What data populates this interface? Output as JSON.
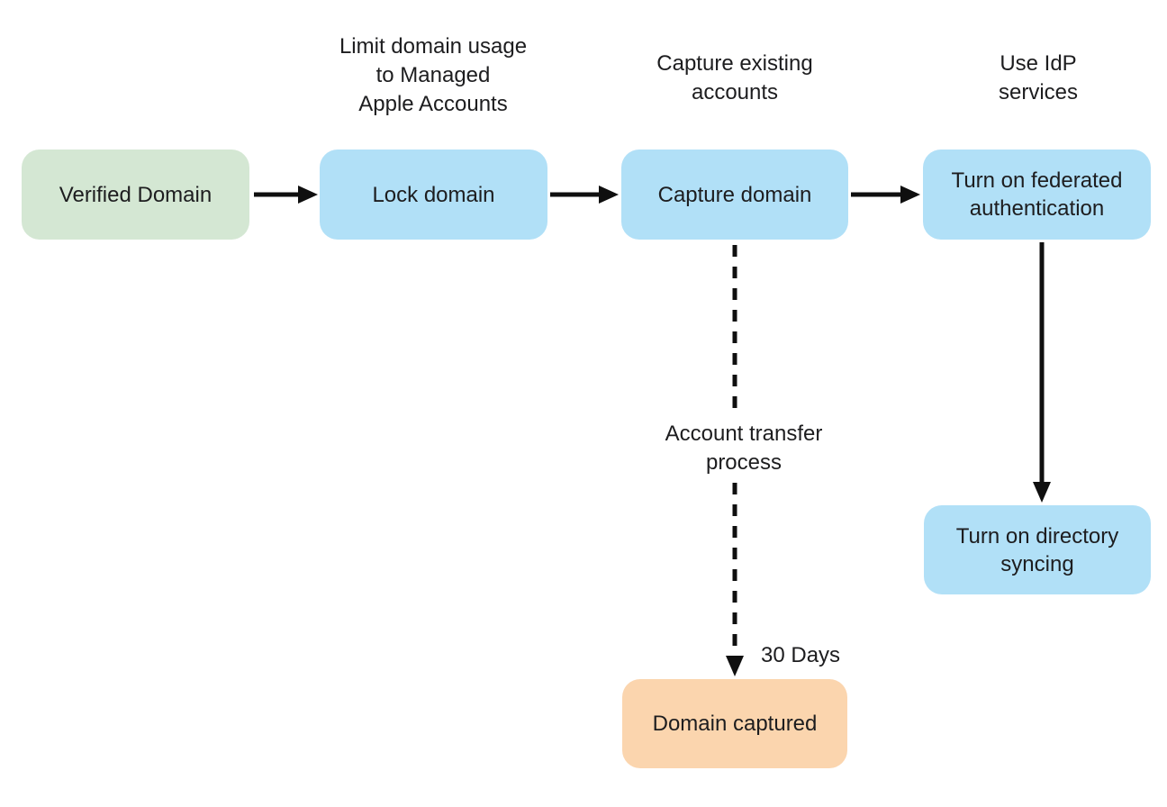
{
  "diagram": {
    "colors": {
      "background": "#ffffff",
      "node_green": "#d4e7d3",
      "node_blue": "#b1e0f7",
      "node_orange": "#fbd5ae",
      "arrow": "#0f0f0f",
      "text": "#1d1d1f"
    },
    "nodes": [
      {
        "id": "verified-domain",
        "label": "Verified Domain",
        "fill": "green"
      },
      {
        "id": "lock-domain",
        "label": "Lock domain",
        "fill": "blue"
      },
      {
        "id": "capture-domain",
        "label": "Capture domain",
        "fill": "blue"
      },
      {
        "id": "federated-authentication",
        "label": "Turn on federated\nauthentication",
        "fill": "blue"
      },
      {
        "id": "directory-syncing",
        "label": "Turn on directory\nsyncing",
        "fill": "blue"
      },
      {
        "id": "domain-captured",
        "label": "Domain captured",
        "fill": "orange"
      }
    ],
    "annotations": [
      {
        "id": "limit-domain-usage",
        "text": "Limit domain usage\nto Managed\nApple Accounts"
      },
      {
        "id": "capture-existing",
        "text": "Capture existing\naccounts"
      },
      {
        "id": "use-idp",
        "text": "Use IdP\nservices"
      },
      {
        "id": "account-transfer",
        "text": "Account transfer\nprocess"
      },
      {
        "id": "thirty-days",
        "text": "30 Days"
      }
    ],
    "edges": [
      {
        "from": "Verified Domain",
        "to": "Lock domain",
        "style": "solid-arrow"
      },
      {
        "from": "Lock domain",
        "to": "Capture domain",
        "style": "solid-arrow"
      },
      {
        "from": "Capture domain",
        "to": "Turn on federated authentication",
        "style": "solid-arrow"
      },
      {
        "from": "Turn on federated authentication",
        "to": "Turn on directory syncing",
        "style": "solid-arrow"
      },
      {
        "from": "Capture domain",
        "to": "Domain captured",
        "style": "dashed-arrow",
        "label": "Account transfer process",
        "duration_label": "30 Days"
      }
    ]
  }
}
